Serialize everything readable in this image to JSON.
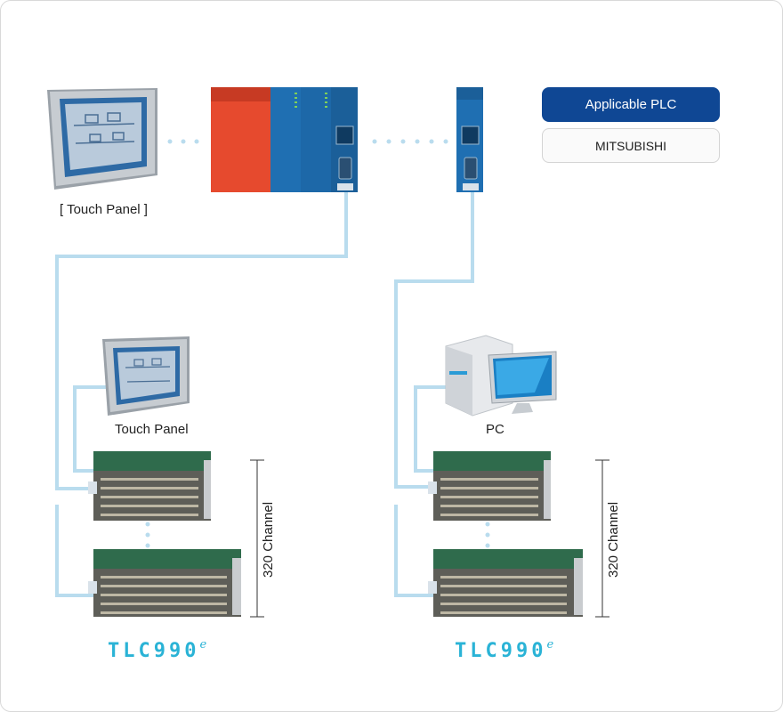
{
  "labels": {
    "touch_panel_top": "[ Touch Panel ]",
    "touch_panel": "Touch Panel",
    "pc": "PC",
    "channel_left": "320 Channel",
    "channel_right": "320 Channel"
  },
  "plc_panel": {
    "heading": "Applicable PLC",
    "brand": "MITSUBISHI"
  },
  "logos": {
    "left": "TLC990",
    "right": "TLC990",
    "mark": "e"
  },
  "colors": {
    "cable": "#b9dcee",
    "plc_red": "#e64a2e",
    "plc_blue": "#1f6fb2",
    "heading_bg": "#0f4794",
    "logo": "#2ab3d6"
  }
}
